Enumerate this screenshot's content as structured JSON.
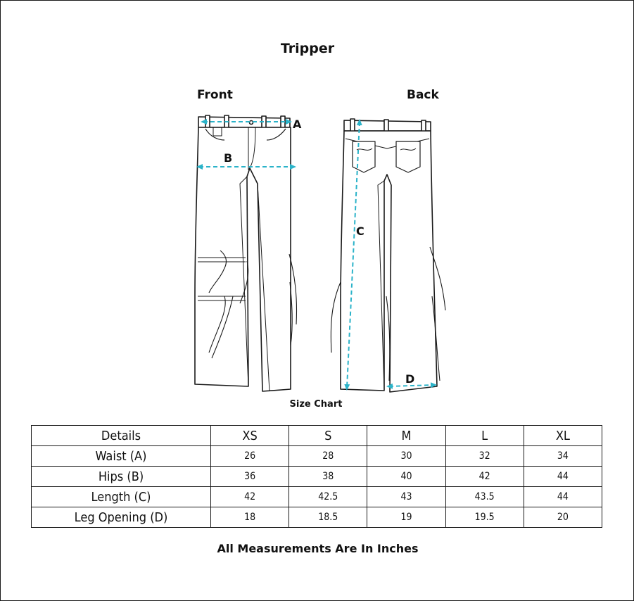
{
  "title": "Tripper",
  "views": {
    "front_label": "Front",
    "back_label": "Back"
  },
  "markers": {
    "a": "A",
    "b": "B",
    "c": "C",
    "d": "D"
  },
  "colors": {
    "measure_line": "#2bb3c9",
    "outline": "#1a1a1a"
  },
  "chart_caption": "Size Chart",
  "table": {
    "headers": [
      "Details",
      "XS",
      "S",
      "M",
      "L",
      "XL"
    ],
    "rows": [
      [
        "Waist (A)",
        "26",
        "28",
        "30",
        "32",
        "34"
      ],
      [
        "Hips (B)",
        "36",
        "38",
        "40",
        "42",
        "44"
      ],
      [
        "Length (C)",
        "42",
        "42.5",
        "43",
        "43.5",
        "44"
      ],
      [
        "Leg Opening (D)",
        "18",
        "18.5",
        "19",
        "19.5",
        "20"
      ]
    ]
  },
  "footnote": "All Measurements Are In Inches"
}
